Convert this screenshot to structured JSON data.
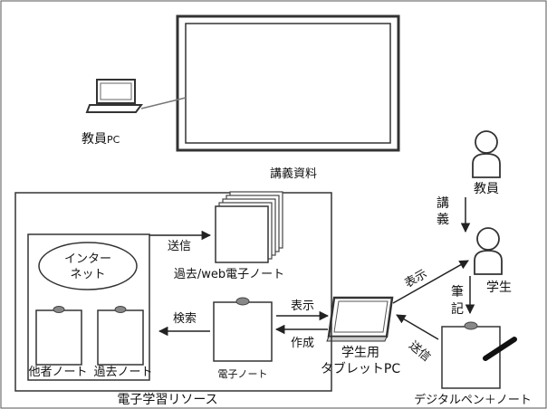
{
  "labels": {
    "teacher_pc": "教員",
    "teacher_pc_suffix": "PC",
    "lecture_materials": "講義資料",
    "teacher": "教員",
    "lecture_vertical": [
      "講",
      "義"
    ],
    "student": "学生",
    "writing_vertical": [
      "筆",
      "記"
    ],
    "send_diag": "送信",
    "display_diag": "表示",
    "send": "送信",
    "past_web_notes": "過去/web電子ノート",
    "internet_line1": "インター",
    "internet_line2": "ネット",
    "search": "検索",
    "display": "表示",
    "create": "作成",
    "others_notes": "他者ノート",
    "past_notes": "過去ノート",
    "e_note": "電子ノート",
    "student_tablet_line1": "学生用",
    "student_tablet_line2": "タブレットPC",
    "e_learning_resources": "電子学習リソース",
    "digital_pen_note": "デジタルペン＋ノート"
  }
}
